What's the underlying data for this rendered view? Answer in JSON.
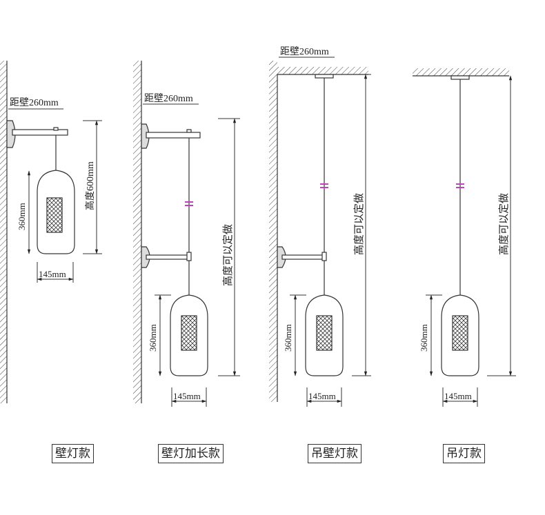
{
  "variants": [
    {
      "caption": "壁灯款",
      "dist_label": "距壁260mm",
      "height_label": "高度600mm",
      "lamp_height": "360mm",
      "lamp_width": "145mm"
    },
    {
      "caption": "壁灯加长款",
      "dist_label": "距壁260mm",
      "height_label": "高度可以定做",
      "lamp_height": "360mm",
      "lamp_width": "145mm"
    },
    {
      "caption": "吊壁灯款",
      "dist_label": "距壁260mm",
      "height_label": "高度可以定做",
      "lamp_height": "360mm",
      "lamp_width": "145mm"
    },
    {
      "caption": "吊灯款",
      "height_label": "高度可以定做",
      "lamp_height": "360mm",
      "lamp_width": "145mm"
    }
  ],
  "colors": {
    "line": "#333333",
    "break_mark": "#c040c0"
  }
}
